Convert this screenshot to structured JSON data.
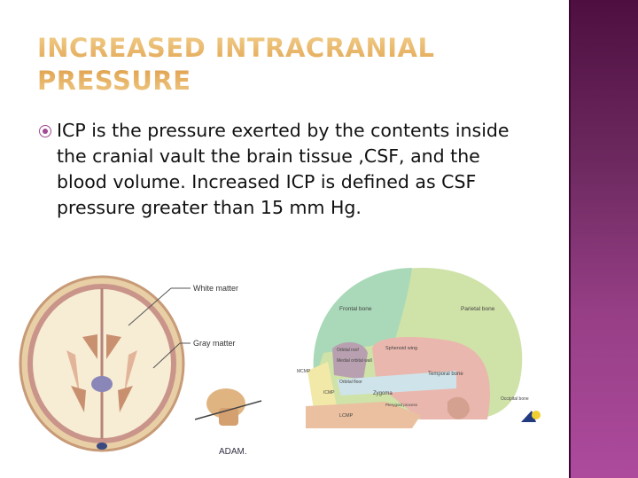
{
  "slide": {
    "title_line1": "INCREASED INTRACRANIAL",
    "title_line2": "PRESSURE",
    "bullet_text": "ICP is the pressure exerted by the contents inside the cranial vault the brain tissue ,CSF, and the blood volume. Increased ICP is defined as CSF pressure greater than 15 mm Hg."
  },
  "brain_figure": {
    "label_white": "White matter",
    "label_gray": "Gray matter",
    "credit": "ADAM."
  },
  "skull_figure": {
    "frontal": "Frontal bone",
    "parietal": "Parietal bone",
    "orbital_roof": "Orbital roof",
    "medial_wall": "Medial orbital wall",
    "orbital_floor": "Orbital floor",
    "sphenoid": "Sphenoid wing",
    "temporal": "Temporal bone",
    "zygoma": "Zygoma",
    "occipital": "Occipital bone",
    "mcmp": "MCMP",
    "icmp": "ICMP",
    "lcmp": "LCMP",
    "pterygoid": "Pterygoid process"
  },
  "colors": {
    "sidebar_top": "#4e0f40",
    "sidebar_bottom": "#ad4a9c",
    "title": "#e7b66a",
    "bullet": "#a24a92"
  }
}
